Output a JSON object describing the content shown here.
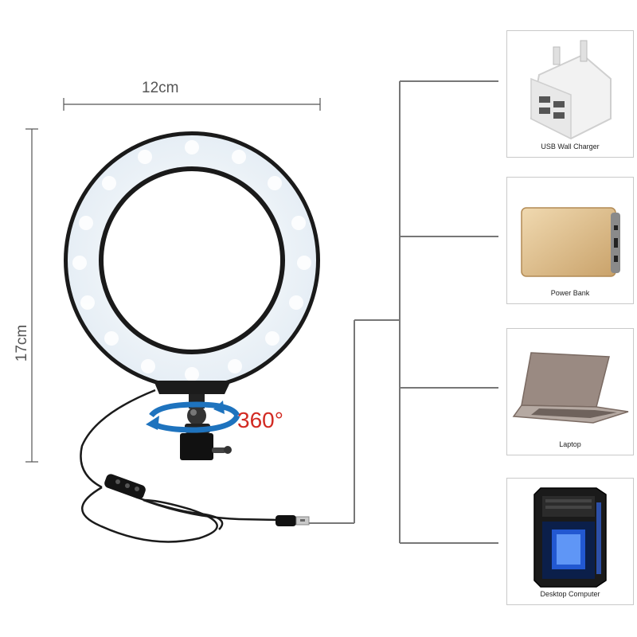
{
  "dimensions": {
    "width": "12cm",
    "height": "17cm"
  },
  "rotation": {
    "label": "360°"
  },
  "devices": [
    {
      "name": "USB Wall Charger",
      "icon": "usb-wall-charger-icon"
    },
    {
      "name": "Power Bank",
      "icon": "power-bank-icon"
    },
    {
      "name": "Laptop",
      "icon": "laptop-icon"
    },
    {
      "name": "Desktop Computer",
      "icon": "desktop-computer-icon"
    }
  ],
  "colors": {
    "ring_light": "#f4f8fb",
    "rotation_text": "#d22a22",
    "lines": "#777777"
  }
}
